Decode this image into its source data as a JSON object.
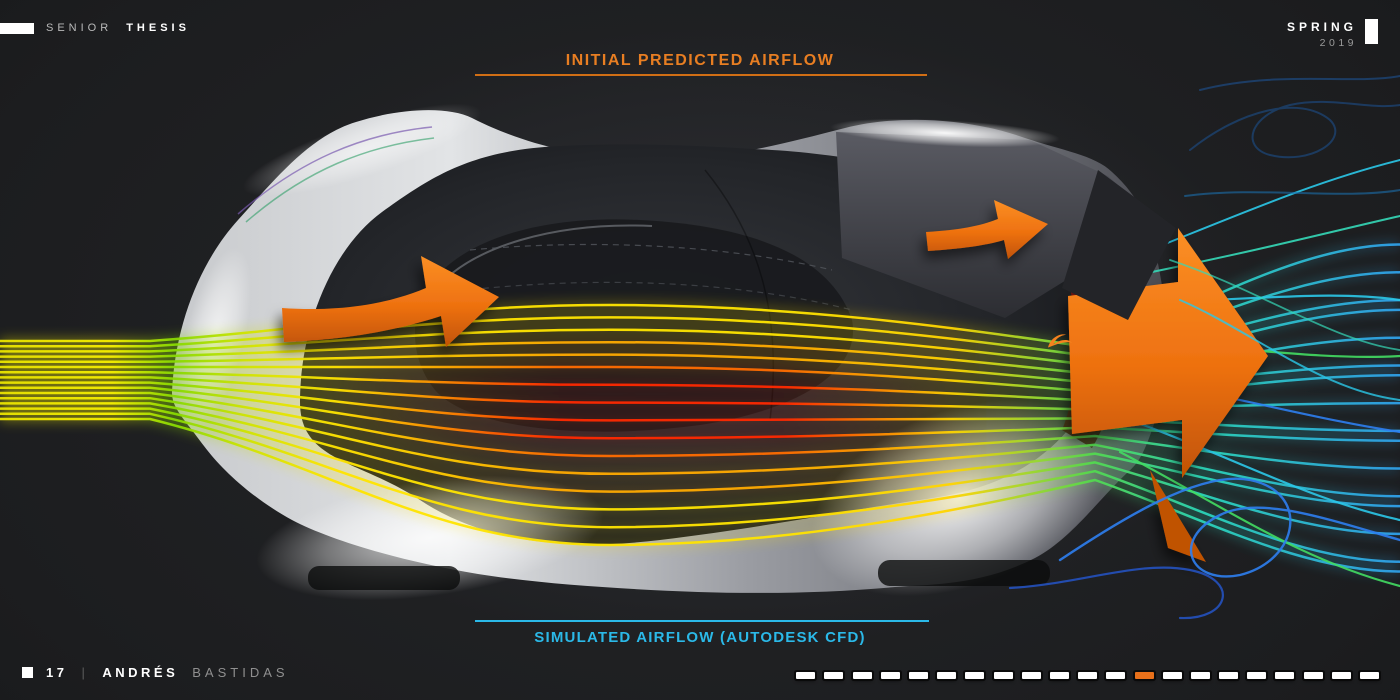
{
  "page": {
    "background": "#1d1e20"
  },
  "header": {
    "series_label": {
      "regular": "SENIOR",
      "bold": "THESIS"
    },
    "term": {
      "season": "SPRING",
      "year": "2019"
    }
  },
  "annotations": {
    "top": {
      "label": "INITIAL PREDICTED AIRFLOW",
      "color": "#E87E22"
    },
    "bottom": {
      "label": "SIMULATED AIRFLOW (AUTODESK CFD)",
      "color": "#2BB9E8"
    }
  },
  "figure": {
    "subject": "Concept hypercar top view with CFD streamlines and predicted airflow arrows",
    "arrows": [
      "front-intake-flow-arrow",
      "rear-wing-flow-arrow",
      "exit-flow-arrow"
    ],
    "palette": {
      "arrow_orange": "#F07414",
      "stream_yellow": "#F2E713",
      "stream_green": "#43DC62",
      "stream_red": "#FF2800",
      "stream_orange": "#FF8A00",
      "stream_cyan": "#2BC8E8",
      "stream_blue": "#2E7EF0"
    }
  },
  "footer": {
    "page_number": "17",
    "separator": "|",
    "author": {
      "first": "ANDRÉS",
      "last": "BASTIDAS"
    },
    "progress": {
      "total": 21,
      "active_index": 12,
      "active_color": "#E8701A",
      "inactive_color": "#FFFFFF"
    }
  }
}
